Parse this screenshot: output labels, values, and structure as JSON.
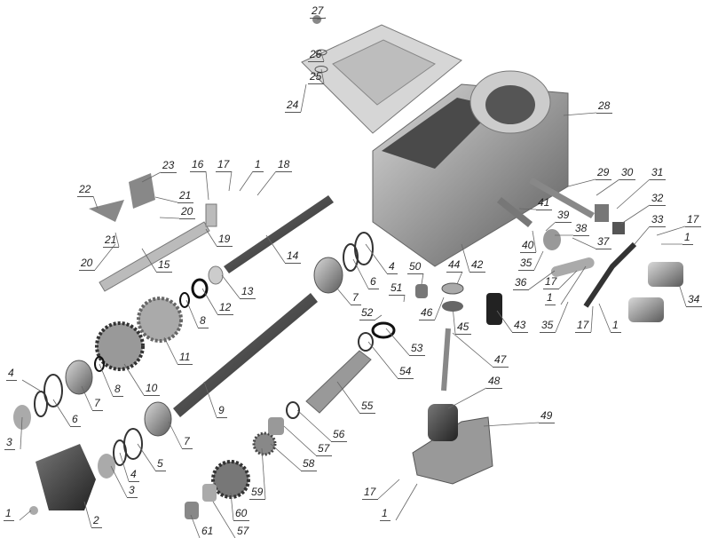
{
  "title": "Gearbox exploded parts diagram",
  "callouts": [
    "27",
    "26",
    "25",
    "24",
    "28",
    "23",
    "16",
    "17",
    "1",
    "18",
    "22",
    "21",
    "20",
    "21",
    "20",
    "19",
    "15",
    "14",
    "29",
    "30",
    "31",
    "32",
    "33",
    "17",
    "1",
    "41",
    "39",
    "38",
    "37",
    "40",
    "35",
    "36",
    "17",
    "1",
    "35",
    "17",
    "1",
    "34",
    "44",
    "42",
    "50",
    "4",
    "6",
    "7",
    "13",
    "12",
    "8",
    "51",
    "52",
    "46",
    "45",
    "43",
    "11",
    "53",
    "54",
    "47",
    "10",
    "8",
    "7",
    "6",
    "4",
    "3",
    "9",
    "55",
    "48",
    "49",
    "56",
    "57",
    "58",
    "7",
    "5",
    "4",
    "3",
    "59",
    "60",
    "61",
    "57",
    "2",
    "1",
    "17",
    "1"
  ]
}
